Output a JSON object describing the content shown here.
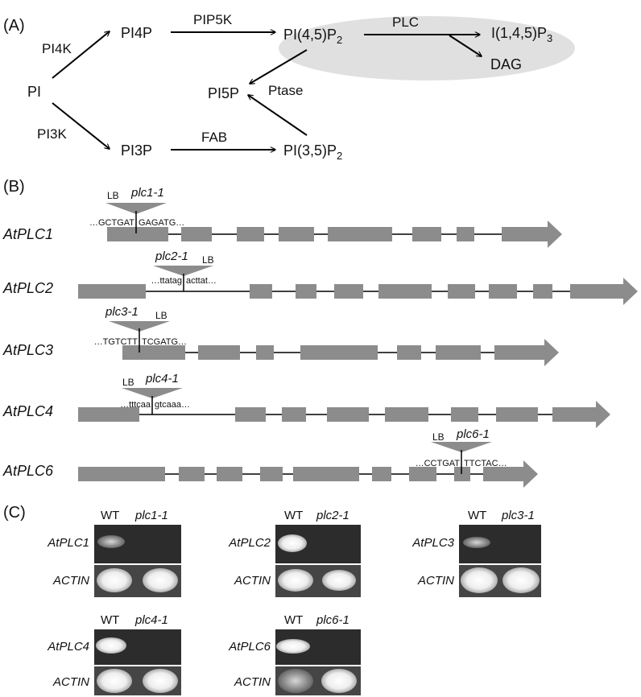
{
  "panels": {
    "a": "(A)",
    "b": "(B)",
    "c": "(C)"
  },
  "pathway": {
    "nodes": {
      "pi": "PI",
      "pi4p": "PI4P",
      "pi3p": "PI3P",
      "pi45p2_base": "PI(4,5)P",
      "pi45p2_sub": "2",
      "pi35p2_base": "PI(3,5)P",
      "pi35p2_sub": "2",
      "pi5p": "PI5P",
      "ip3_base": "I(1,4,5)P",
      "ip3_sub": "3",
      "dag": "DAG"
    },
    "enzymes": {
      "pi4k": "PI4K",
      "pi3k": "PI3K",
      "pip5k": "PIP5K",
      "fab": "FAB",
      "plc": "PLC",
      "ptase": "Ptase"
    },
    "colors": {
      "highlight": "#e0e0e0",
      "arrow": "#000000"
    }
  },
  "genes": [
    {
      "name": "AtPLC1",
      "allele": "plc1-1",
      "lb": "LB",
      "seq_left": "…GCTGAT",
      "seq_right": "GAGATG…"
    },
    {
      "name": "AtPLC2",
      "allele": "plc2-1",
      "lb": "LB",
      "seq_left": "…ttatag",
      "seq_right": "acttat…"
    },
    {
      "name": "AtPLC3",
      "allele": "plc3-1",
      "lb": "LB",
      "seq_left": "…TGTCTT",
      "seq_right": "TCGATG…"
    },
    {
      "name": "AtPLC4",
      "allele": "plc4-1",
      "lb": "LB",
      "seq_left": "…tttcaa",
      "seq_right": "gtcaaa…"
    },
    {
      "name": "AtPLC6",
      "allele": "plc6-1",
      "lb": "LB",
      "seq_left": "…CCTGAT",
      "seq_right": "TTCTAC…"
    }
  ],
  "gels": [
    {
      "wt": "WT",
      "mutant": "plc1-1",
      "gene_label": "AtPLC1",
      "actin_label": "ACTIN"
    },
    {
      "wt": "WT",
      "mutant": "plc2-1",
      "gene_label": "AtPLC2",
      "actin_label": "ACTIN"
    },
    {
      "wt": "WT",
      "mutant": "plc3-1",
      "gene_label": "AtPLC3",
      "actin_label": "ACTIN"
    },
    {
      "wt": "WT",
      "mutant": "plc4-1",
      "gene_label": "AtPLC4",
      "actin_label": "ACTIN"
    },
    {
      "wt": "WT",
      "mutant": "plc6-1",
      "gene_label": "AtPLC6",
      "actin_label": "ACTIN"
    }
  ],
  "colors": {
    "exon": "#8c8c8c",
    "gel_bg": "#3a3a3a",
    "band": "#f2f2f2"
  }
}
